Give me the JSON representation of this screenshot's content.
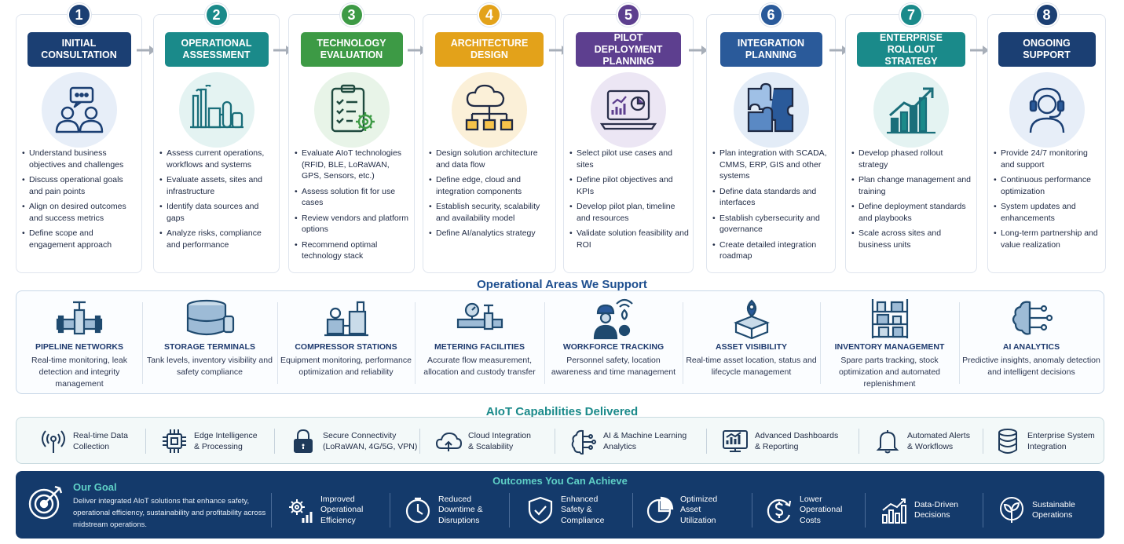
{
  "steps": [
    {
      "num": "1",
      "title": "INITIAL CONSULTATION",
      "color": "#1b3f73",
      "icon": "consultation-icon",
      "bullets": [
        "Understand business objectives and challenges",
        "Discuss operational goals and pain points",
        "Align on desired outcomes and success metrics",
        "Define scope and engagement approach"
      ]
    },
    {
      "num": "2",
      "title": "OPERATIONAL ASSESSMENT",
      "color": "#1a8a8a",
      "icon": "refinery-icon",
      "bullets": [
        "Assess current operations, workflows and systems",
        "Evaluate assets, sites and infrastructure",
        "Identify data sources and gaps",
        "Analyze risks, compliance and performance"
      ]
    },
    {
      "num": "3",
      "title": "TECHNOLOGY EVALUATION",
      "color": "#3d9a45",
      "icon": "checklist-gear-icon",
      "bullets": [
        "Evaluate AIoT technologies (RFID, BLE, LoRaWAN, GPS, Sensors, etc.)",
        "Assess solution fit for use cases",
        "Review vendors and platform options",
        "Recommend optimal technology stack"
      ]
    },
    {
      "num": "4",
      "title": "ARCHITECTURE DESIGN",
      "color": "#e3a21a",
      "icon": "cloud-network-icon",
      "bullets": [
        "Design solution architecture and data flow",
        "Define edge, cloud and integration components",
        "Establish security, scalability and availability model",
        "Define AI/analytics strategy"
      ]
    },
    {
      "num": "5",
      "title": "PILOT DEPLOYMENT PLANNING",
      "color": "#5d3f8f",
      "icon": "laptop-dashboard-icon",
      "bullets": [
        "Select pilot use cases and sites",
        "Define pilot objectives and KPIs",
        "Develop pilot plan, timeline and resources",
        "Validate solution feasibility and ROI"
      ]
    },
    {
      "num": "6",
      "title": "INTEGRATION PLANNING",
      "color": "#2a5a9a",
      "icon": "puzzle-icon",
      "bullets": [
        "Plan integration with SCADA, CMMS, ERP, GIS and other systems",
        "Define data standards and interfaces",
        "Establish cybersecurity and governance",
        "Create detailed integration roadmap"
      ]
    },
    {
      "num": "7",
      "title": "ENTERPRISE ROLLOUT STRATEGY",
      "color": "#1a8a8a",
      "icon": "growth-chart-icon",
      "bullets": [
        "Develop phased rollout strategy",
        "Plan change management and training",
        "Define deployment standards and playbooks",
        "Scale across sites and business units"
      ]
    },
    {
      "num": "8",
      "title": "ONGOING SUPPORT",
      "color": "#1b3f73",
      "icon": "headset-support-icon",
      "bullets": [
        "Provide 24/7 monitoring and support",
        "Continuous performance optimization",
        "System updates and enhancements",
        "Long-term partnership and value realization"
      ]
    }
  ],
  "areas_title": "Operational Areas We Support",
  "areas": [
    {
      "title": "PIPELINE NETWORKS",
      "desc": "Real-time monitoring, leak detection and integrity management",
      "icon": "pipeline-valve-icon"
    },
    {
      "title": "STORAGE TERMINALS",
      "desc": "Tank levels, inventory visibility and safety compliance",
      "icon": "storage-tank-icon"
    },
    {
      "title": "COMPRESSOR STATIONS",
      "desc": "Equipment monitoring, performance optimization and reliability",
      "icon": "compressor-icon"
    },
    {
      "title": "METERING FACILITIES",
      "desc": "Accurate flow measurement, allocation and custody transfer",
      "icon": "meter-valve-icon"
    },
    {
      "title": "WORKFORCE TRACKING",
      "desc": "Personnel safety, location awareness and time management",
      "icon": "worker-tracking-icon"
    },
    {
      "title": "ASSET VISIBILITY",
      "desc": "Real-time asset location, status and lifecycle management",
      "icon": "asset-location-icon"
    },
    {
      "title": "INVENTORY MANAGEMENT",
      "desc": "Spare parts tracking, stock optimization and automated replenishment",
      "icon": "inventory-shelf-icon"
    },
    {
      "title": "AI ANALYTICS",
      "desc": "Predictive insights, anomaly detection and intelligent decisions",
      "icon": "ai-brain-icon"
    }
  ],
  "caps_title": "AIoT Capabilities Delivered",
  "caps": [
    {
      "label": "Real-time Data\nCollection",
      "icon": "antenna-icon"
    },
    {
      "label": "Edge Intelligence\n& Processing",
      "icon": "chip-icon"
    },
    {
      "label": "Secure Connectivity\n(LoRaWAN, 4G/5G, VPN)",
      "icon": "lock-icon"
    },
    {
      "label": "Cloud Integration\n& Scalability",
      "icon": "cloud-icon"
    },
    {
      "label": "AI & Machine Learning\nAnalytics",
      "icon": "brain-icon"
    },
    {
      "label": "Advanced Dashboards\n& Reporting",
      "icon": "dashboard-icon"
    },
    {
      "label": "Automated Alerts\n& Workflows",
      "icon": "bell-icon"
    },
    {
      "label": "Enterprise System\nIntegration",
      "icon": "database-icon"
    }
  ],
  "goal": {
    "title": "Our Goal",
    "text": "Deliver integrated AIoT solutions that enhance safety, operational efficiency, sustainability and profitability across midstream operations.",
    "icon": "target-icon"
  },
  "outcomes_title": "Outcomes You Can Achieve",
  "outcomes": [
    {
      "label": "Improved\nOperational\nEfficiency",
      "icon": "gear-chart-icon"
    },
    {
      "label": "Reduced\nDowntime &\nDisruptions",
      "icon": "clock-icon"
    },
    {
      "label": "Enhanced\nSafety &\nCompliance",
      "icon": "shield-check-icon"
    },
    {
      "label": "Optimized\nAsset\nUtilization",
      "icon": "pie-icon"
    },
    {
      "label": "Lower\nOperational\nCosts",
      "icon": "dollar-icon"
    },
    {
      "label": "Data-Driven\nDecisions",
      "icon": "bar-chart-icon"
    },
    {
      "label": "Sustainable\nOperations",
      "icon": "leaf-icon"
    }
  ]
}
